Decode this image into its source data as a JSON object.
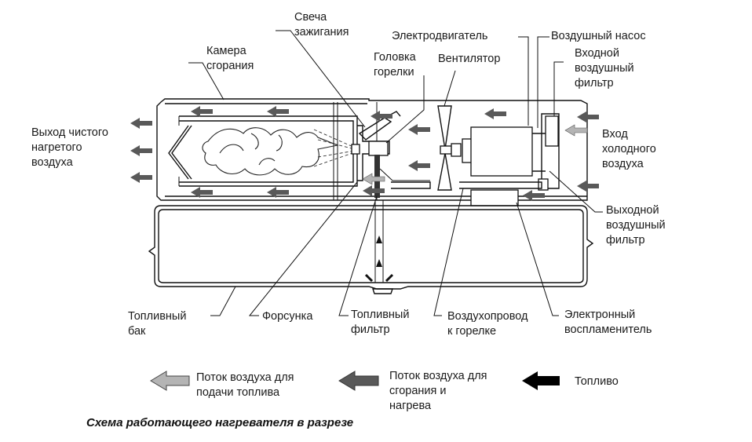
{
  "title": "Схема работающего нагревателя в разрезе",
  "colors": {
    "fuel_air_flow": "#b4b4b4",
    "combustion_air_flow": "#595959",
    "fuel": "#000000",
    "outline": "#111111"
  },
  "labels": {
    "spark_plug": "Свеча\nзажигания",
    "combustion_chamber": "Камера\nсгорания",
    "burner_head": "Головка\nгорелки",
    "fan": "Вентилятор",
    "motor": "Электродвигатель",
    "air_pump": "Воздушный насос",
    "inlet_air_filter": "Входной\nвоздушный\nфильтр",
    "clean_hot_air_out": "Выход чистого\nнагретого\nвоздуха",
    "cold_air_in": "Вход\nхолодного\nвоздуха",
    "outlet_air_filter": "Выходной\nвоздушный\nфильтр",
    "fuel_tank": "Топливный\nбак",
    "nozzle": "Форсунка",
    "fuel_filter": "Топливный\nфильтр",
    "air_line_to_burner": "Воздухопровод\nк горелке",
    "electronic_igniter": "Электронный\nвоспламенитель"
  },
  "legend": [
    {
      "icon": "light-gray-arrow-icon",
      "label": "Поток воздуха для\nподачи топлива",
      "color": "#b4b4b4"
    },
    {
      "icon": "dark-gray-arrow-icon",
      "label": "Поток воздуха для\nсгорания и\nнагрева",
      "color": "#595959"
    },
    {
      "icon": "black-arrow-icon",
      "label": "Топливо",
      "color": "#000000"
    }
  ]
}
